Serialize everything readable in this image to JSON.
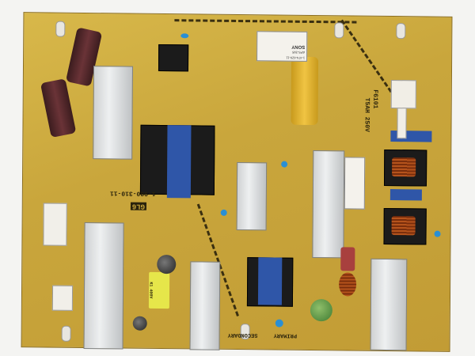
{
  "photo": {
    "subject": "Sony TV power supply board",
    "board_color": "#c9a63c",
    "background_color": "#f4f4f2"
  },
  "labels": {
    "fuse": "F6101",
    "fuse_rating": "T5AH 250V",
    "sticker_brand": "SONY",
    "sticker_model": "APS-395",
    "sticker_code": "1-474-620-11",
    "pcb_code": "1-980-310-11",
    "pcb_marking": "GL6",
    "primary": "PRIMARY",
    "secondary": "SECONDARY",
    "yellow_cap_label": "K1 400V"
  }
}
